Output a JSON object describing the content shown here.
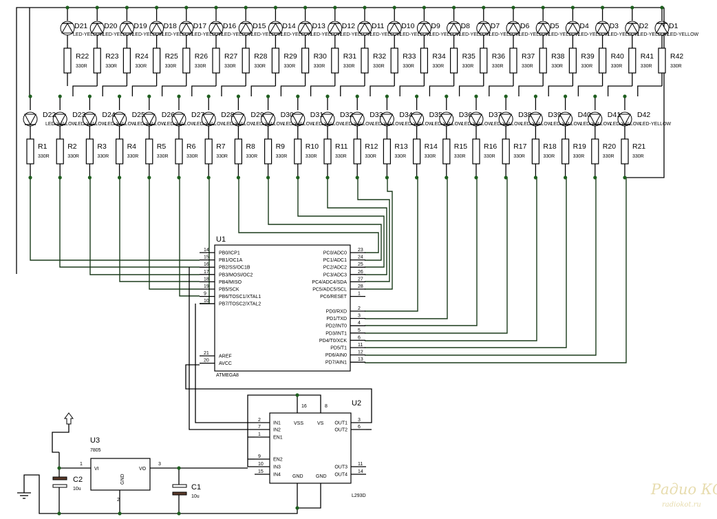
{
  "led_type": "LED-YELLOW",
  "resistor_value": "330R",
  "top_row": {
    "leds": [
      "D21",
      "D20",
      "D19",
      "D18",
      "D17",
      "D16",
      "D15",
      "D14",
      "D13",
      "D12",
      "D11",
      "D10",
      "D9",
      "D8",
      "D7",
      "D6",
      "D5",
      "D4",
      "D3",
      "D2",
      "D1"
    ],
    "resistors": [
      "R22",
      "R23",
      "R24",
      "R25",
      "R26",
      "R27",
      "R28",
      "R29",
      "R30",
      "R31",
      "R32",
      "R33",
      "R34",
      "R35",
      "R36",
      "R37",
      "R38",
      "R39",
      "R40",
      "R41",
      "R42"
    ]
  },
  "bottom_row": {
    "leds": [
      "D22",
      "D23",
      "D24",
      "D25",
      "D26",
      "D27",
      "D28",
      "D29",
      "D30",
      "D31",
      "D32",
      "D33",
      "D34",
      "D35",
      "D36",
      "D37",
      "D38",
      "D39",
      "D40",
      "D41",
      "D42"
    ],
    "resistors": [
      "R1",
      "R2",
      "R3",
      "R4",
      "R5",
      "R6",
      "R7",
      "R8",
      "R9",
      "R10",
      "R11",
      "R12",
      "R13",
      "R14",
      "R15",
      "R16",
      "R17",
      "R18",
      "R19",
      "R20",
      "R21"
    ]
  },
  "u1": {
    "ref": "U1",
    "part": "ATMEGA8",
    "left_pins": [
      {
        "num": "14",
        "name": "PB0/ICP1"
      },
      {
        "num": "15",
        "name": "PB1/OC1A"
      },
      {
        "num": "16",
        "name": "PB2/SS/OC1B"
      },
      {
        "num": "17",
        "name": "PB3/MOSI/OC2"
      },
      {
        "num": "18",
        "name": "PB4/MISO"
      },
      {
        "num": "19",
        "name": "PB5/SCK"
      },
      {
        "num": "9",
        "name": "PB6/TOSC1/XTAL1"
      },
      {
        "num": "10",
        "name": "PB7/TOSC2/XTAL2"
      }
    ],
    "left_pins_low": [
      {
        "num": "21",
        "name": "AREF"
      },
      {
        "num": "20",
        "name": "AVCC"
      }
    ],
    "right_pins": [
      {
        "num": "23",
        "name": "PC0/ADC0"
      },
      {
        "num": "24",
        "name": "PC1/ADC1"
      },
      {
        "num": "25",
        "name": "PC2/ADC2"
      },
      {
        "num": "26",
        "name": "PC3/ADC3"
      },
      {
        "num": "27",
        "name": "PC4/ADC4/SDA"
      },
      {
        "num": "28",
        "name": "PC5/ADC5/SCL"
      },
      {
        "num": "1",
        "name": "PC6/RESET"
      },
      {
        "num": "2",
        "name": "PD0/RXD"
      },
      {
        "num": "3",
        "name": "PD1/TXD"
      },
      {
        "num": "4",
        "name": "PD2/INT0"
      },
      {
        "num": "5",
        "name": "PD3/INT1"
      },
      {
        "num": "6",
        "name": "PD4/T0/XCK"
      },
      {
        "num": "11",
        "name": "PD5/T1"
      },
      {
        "num": "12",
        "name": "PD6/AIN0"
      },
      {
        "num": "13",
        "name": "PD7/AIN1"
      }
    ]
  },
  "u2": {
    "ref": "U2",
    "part": "L293D",
    "top_pins": [
      {
        "num": "16",
        "name": "VSS"
      },
      {
        "num": "8",
        "name": "VS"
      }
    ],
    "left_pins": [
      {
        "num": "2",
        "name": "IN1"
      },
      {
        "num": "7",
        "name": "IN2"
      },
      {
        "num": "1",
        "name": "EN1"
      },
      {
        "num": "9",
        "name": "EN2"
      },
      {
        "num": "10",
        "name": "IN3"
      },
      {
        "num": "15",
        "name": "IN4"
      }
    ],
    "right_pins": [
      {
        "num": "3",
        "name": "OUT1"
      },
      {
        "num": "6",
        "name": "OUT2"
      },
      {
        "num": "11",
        "name": "OUT3"
      },
      {
        "num": "14",
        "name": "OUT4"
      }
    ],
    "gnd_labels": [
      "GND",
      "GND"
    ]
  },
  "u3": {
    "ref": "U3",
    "part": "7805",
    "vi": "VI",
    "vo": "VO",
    "gnd": "GND",
    "pin_in": "1",
    "pin_out": "3",
    "pin_gnd": "2"
  },
  "c1": {
    "ref": "C1",
    "value": "10u"
  },
  "c2": {
    "ref": "C2",
    "value": "10u"
  },
  "watermark": {
    "line1": "Радио КОТ",
    "line2": "radiokot.ru"
  }
}
